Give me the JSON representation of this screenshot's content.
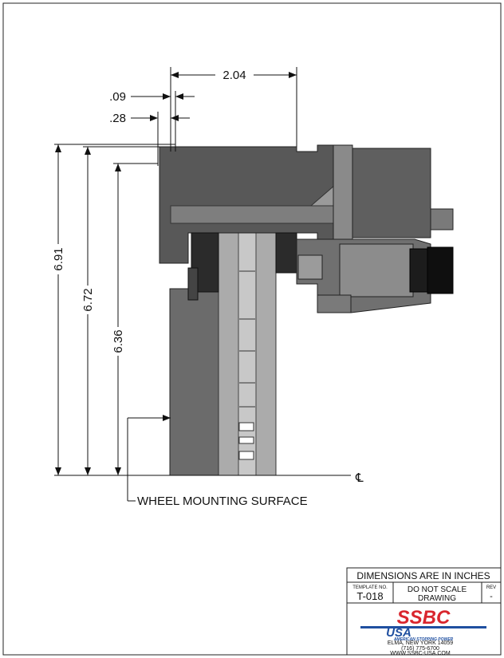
{
  "dimensions": {
    "width_top": "2.04",
    "width_009": ".09",
    "width_028": ".28",
    "height_691": "6.91",
    "height_672": "6.72",
    "height_636": "6.36"
  },
  "labels": {
    "wheel_mounting_surface": "WHEEL MOUNTING SURFACE",
    "centerline": "℄"
  },
  "title_block": {
    "header": "DIMENSIONS ARE IN INCHES",
    "template_label": "TEMPLATE NO.",
    "template_no": "T-018",
    "note_line1": "DO NOT SCALE",
    "note_line2": "DRAWING",
    "rev_label": "REV",
    "rev_value": "-",
    "logo_line1": "SSBC",
    "logo_line2": "USA",
    "tagline": "AMERICAN STOPPING POWER",
    "address_line1": "ELMA, NEW YORK  14059",
    "address_line2": "(716) 775-6700",
    "address_line3": "WWW.SSBC-USA.COM"
  },
  "colors": {
    "logo_red": "#d9262e",
    "logo_blue": "#1f4fa0",
    "part_dark": "#5a5a5a",
    "part_mid": "#7d7d7d",
    "part_light": "#a3a3a3"
  }
}
